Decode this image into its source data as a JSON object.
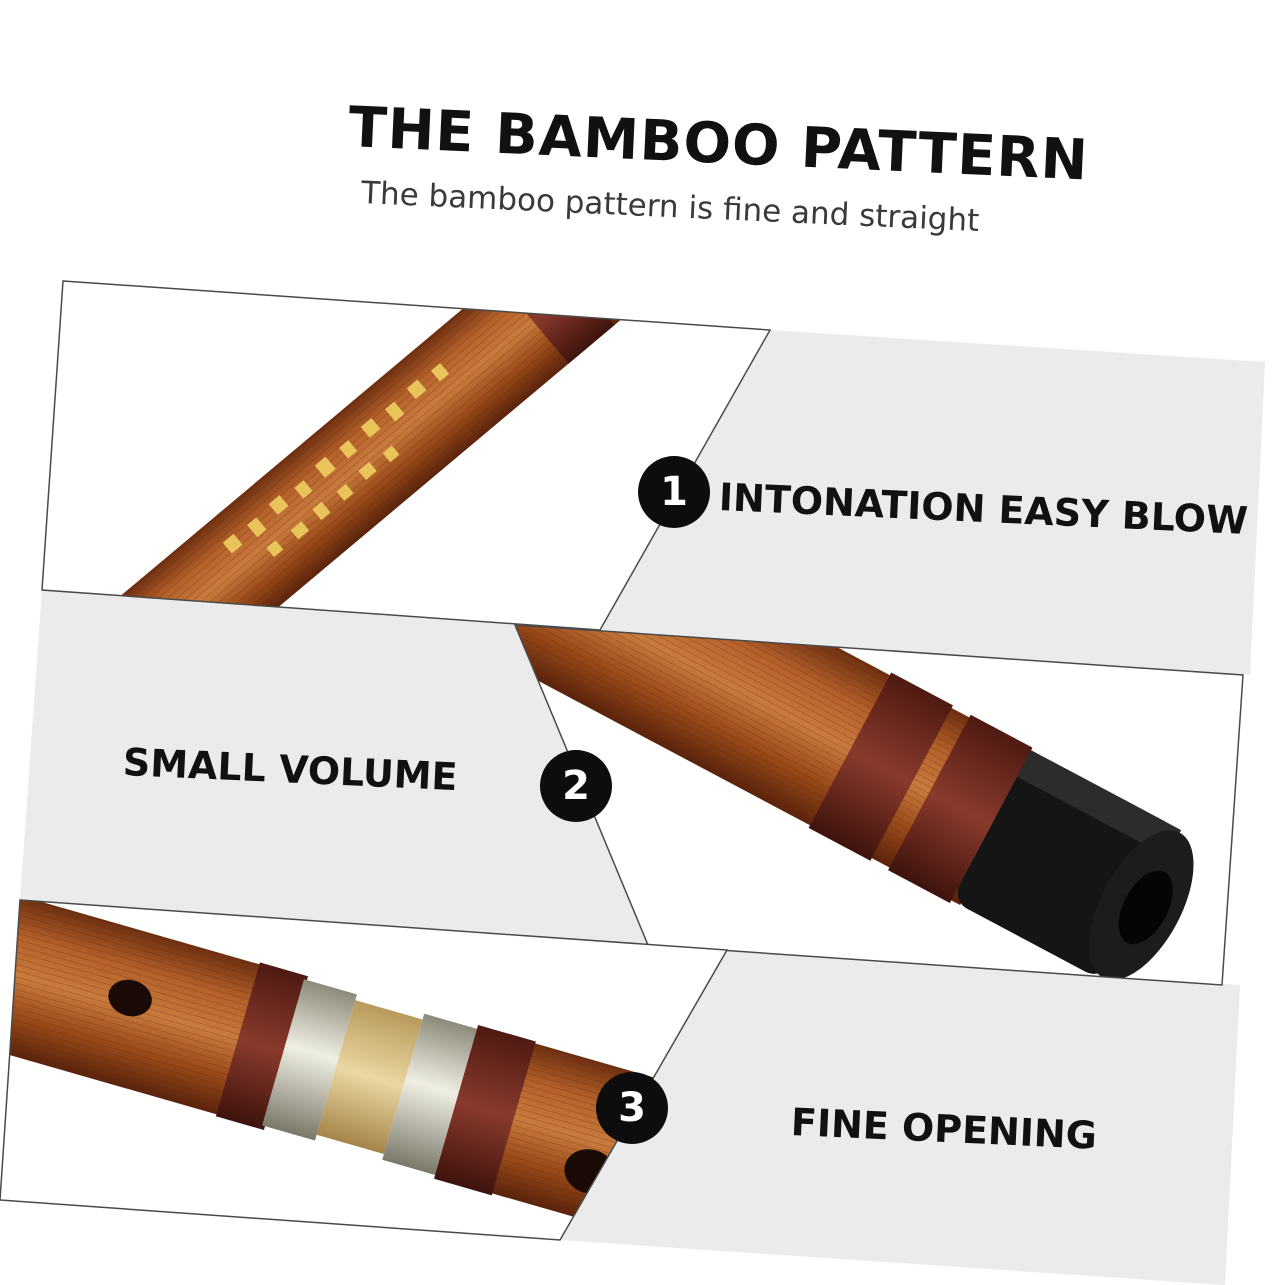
{
  "header": {
    "title": "THE BAMBOO PATTERN",
    "subtitle": "The bamboo pattern is fine and straight"
  },
  "features": [
    {
      "number": "1",
      "label": "INTONATION EASY BLOW"
    },
    {
      "number": "2",
      "label": "SMALL VOLUME"
    },
    {
      "number": "3",
      "label": "FINE OPENING"
    }
  ],
  "colors": {
    "background": "#ffffff",
    "panel_gray": "#ebebeb",
    "bamboo": "#a3521c",
    "bamboo_dark": "#6e2a12",
    "wrap_red": "#7a2a1e",
    "badge": "#0d0d0d"
  }
}
